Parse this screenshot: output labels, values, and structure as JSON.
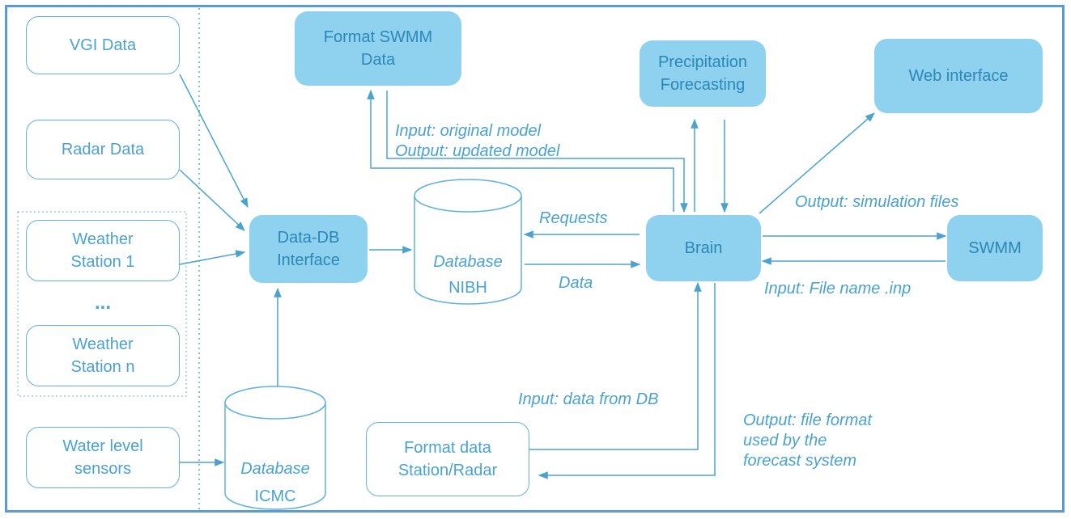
{
  "sources": {
    "vgi": "VGI Data",
    "radar": "Radar Data",
    "ws1": "Weather\nStation 1",
    "dots": "...",
    "wsn": "Weather\nStation n",
    "water": "Water level\nsensors"
  },
  "nodes": {
    "data_db_interface": "Data-DB\nInterface",
    "format_swmm": "Format SWMM\nData",
    "precip": "Precipitation\nForecasting",
    "web": "Web interface",
    "brain": "Brain",
    "swmm": "SWMM",
    "format_station": "Format data\nStation/Radar"
  },
  "databases": {
    "nibh": {
      "line1": "Database",
      "line2": "NIBH"
    },
    "icmc": {
      "line1": "Database",
      "line2": "ICMC"
    }
  },
  "edge_labels": {
    "swmm_io": "Input: original model\nOutput: updated model",
    "requests": "Requests",
    "data": "Data",
    "sim_files": "Output: simulation files",
    "file_name": "Input: File name .inp",
    "data_from_db": "Input: data from DB",
    "forecast_format": "Output: file format\nused by the\nforecast system"
  },
  "colors": {
    "frame": "#5b9bd5",
    "line": "#4aa3cf",
    "filled": "#8fd2ef",
    "text": "#4aa3cf"
  }
}
